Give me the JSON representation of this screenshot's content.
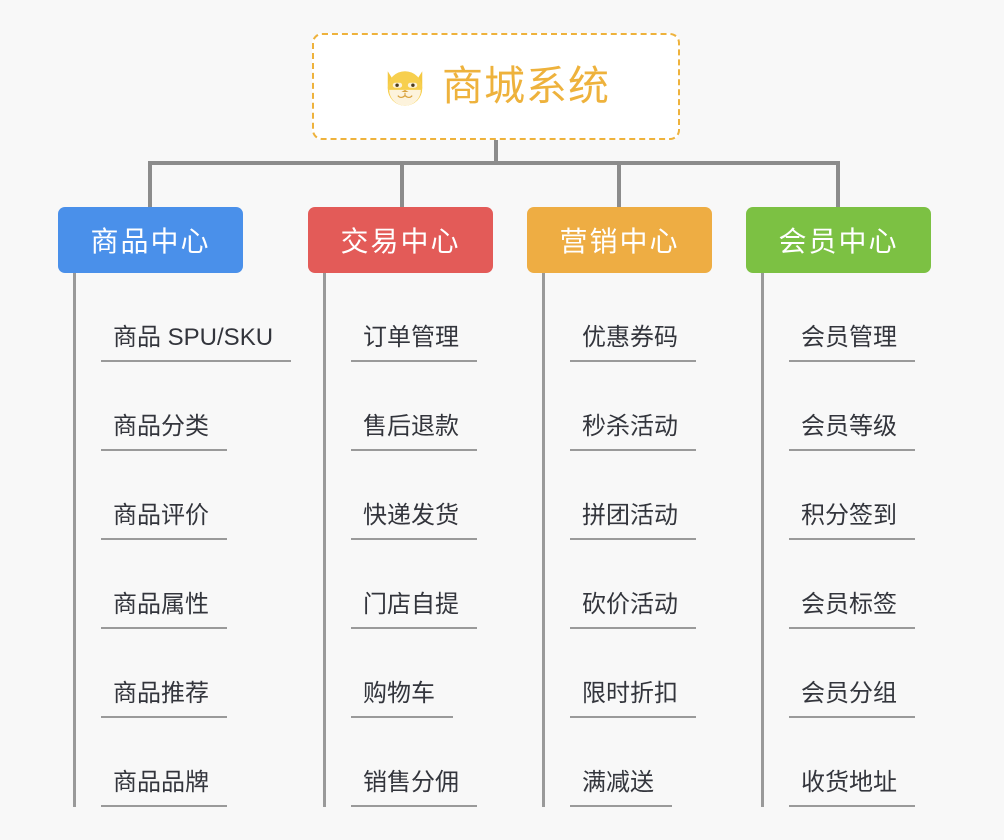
{
  "background_color": "#f8f8f8",
  "root": {
    "icon": "dog-face-emoji",
    "title": "商城系统",
    "border_color": "#eeb23c",
    "text_color": "#eeb23c"
  },
  "branches": [
    {
      "title": "商品中心",
      "color": "#4a90ea",
      "items": [
        "商品 SPU/SKU",
        "商品分类",
        "商品评价",
        "商品属性",
        "商品推荐",
        "商品品牌"
      ]
    },
    {
      "title": "交易中心",
      "color": "#e35b58",
      "items": [
        "订单管理",
        "售后退款",
        "快递发货",
        "门店自提",
        "购物车",
        "销售分佣"
      ]
    },
    {
      "title": "营销中心",
      "color": "#eead43",
      "items": [
        "优惠券码",
        "秒杀活动",
        "拼团活动",
        "砍价活动",
        "限时折扣",
        "满减送"
      ]
    },
    {
      "title": "会员中心",
      "color": "#7cc143",
      "items": [
        "会员管理",
        "会员等级",
        "积分签到",
        "会员标签",
        "会员分组",
        "收货地址"
      ]
    }
  ]
}
